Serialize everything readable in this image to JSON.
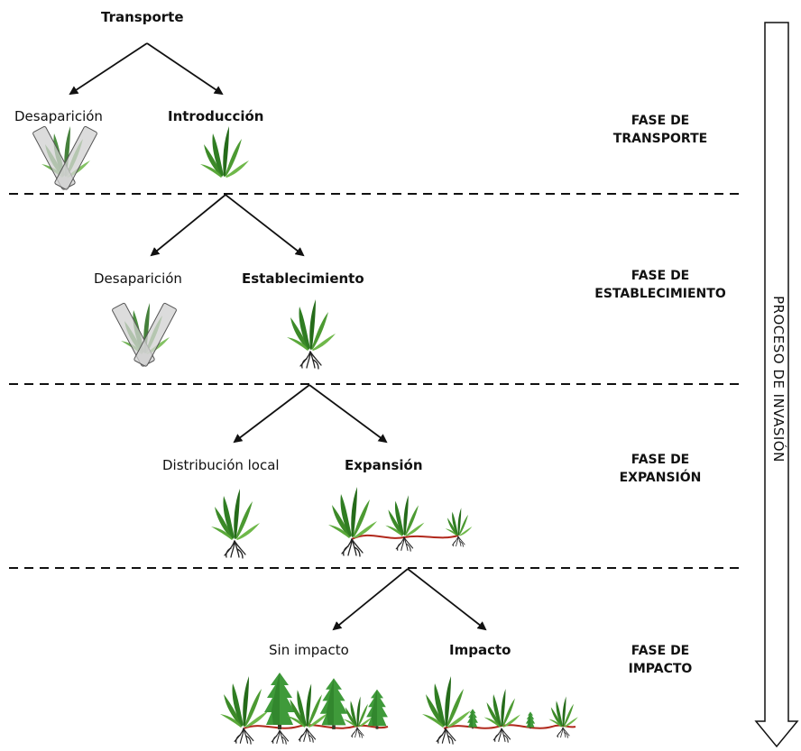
{
  "title": "Transporte",
  "levels": [
    {
      "left_label": "Desaparición",
      "right_label": "Introducción",
      "phase_line1": "FASE DE",
      "phase_line2": "TRANSPORTE"
    },
    {
      "left_label": "Desaparición",
      "right_label": "Establecimiento",
      "phase_line1": "FASE DE",
      "phase_line2": "ESTABLECIMIENTO"
    },
    {
      "left_label": "Distribución local",
      "right_label": "Expansión",
      "phase_line1": "FASE DE",
      "phase_line2": "EXPANSIÓN"
    },
    {
      "left_label": "Sin impacto",
      "right_label": "Impacto",
      "phase_line1": "FASE DE",
      "phase_line2": "IMPACTO"
    }
  ],
  "process_label": "PROCESO DE INVASIÓN",
  "colors": {
    "plant_green": "#2f7d22",
    "plant_light": "#6fb84a",
    "conifer_green": "#3f9a3a",
    "stolon_red": "#b1281c",
    "cross_fill": "#d0d0d0",
    "line": "#111111"
  },
  "icons": {
    "plant": "seagrass-plant-icon",
    "crossed_plant": "crossed-out-plant-icon",
    "conifer": "conifer-plant-icon",
    "roots": "roots-icon"
  }
}
